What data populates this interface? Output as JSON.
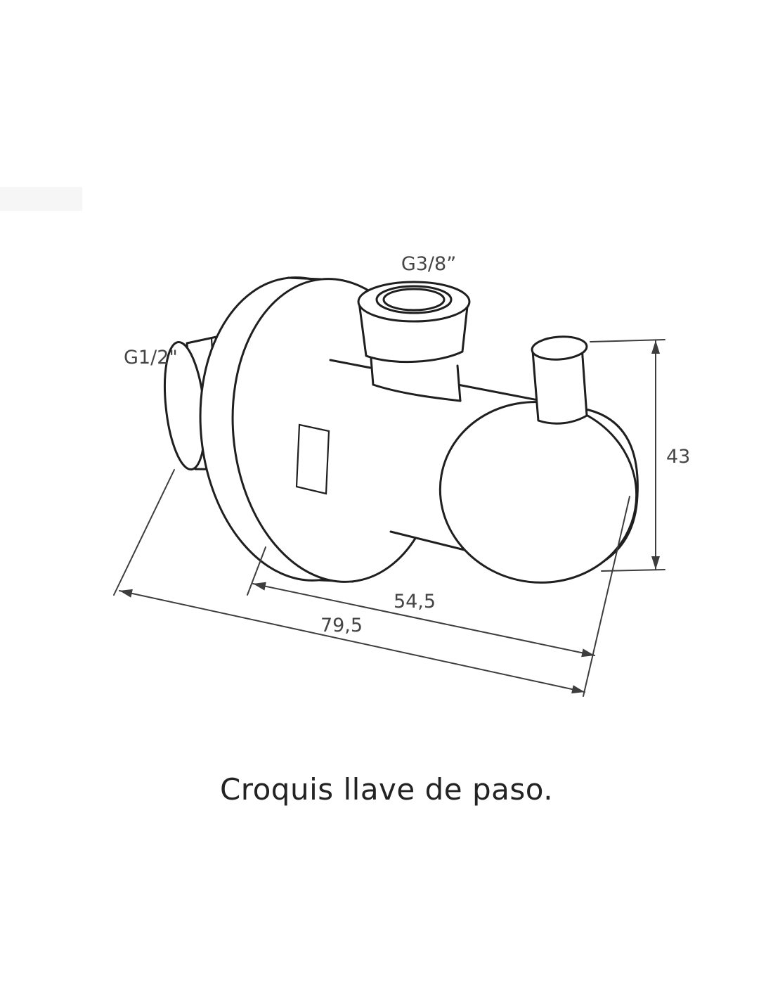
{
  "diagram": {
    "labels": {
      "top_thread": "G3/8”",
      "left_thread": "G1/2\"",
      "height_mm": "43",
      "body_length_mm": "54,5",
      "total_length_mm": "79,5"
    },
    "caption": "Croquis llave de paso."
  },
  "colors": {
    "background": "#ffffff",
    "outline": "#1f1f1f",
    "dimension_line": "#3d3d3d",
    "label_text": "#454545",
    "caption_text": "#232323"
  }
}
